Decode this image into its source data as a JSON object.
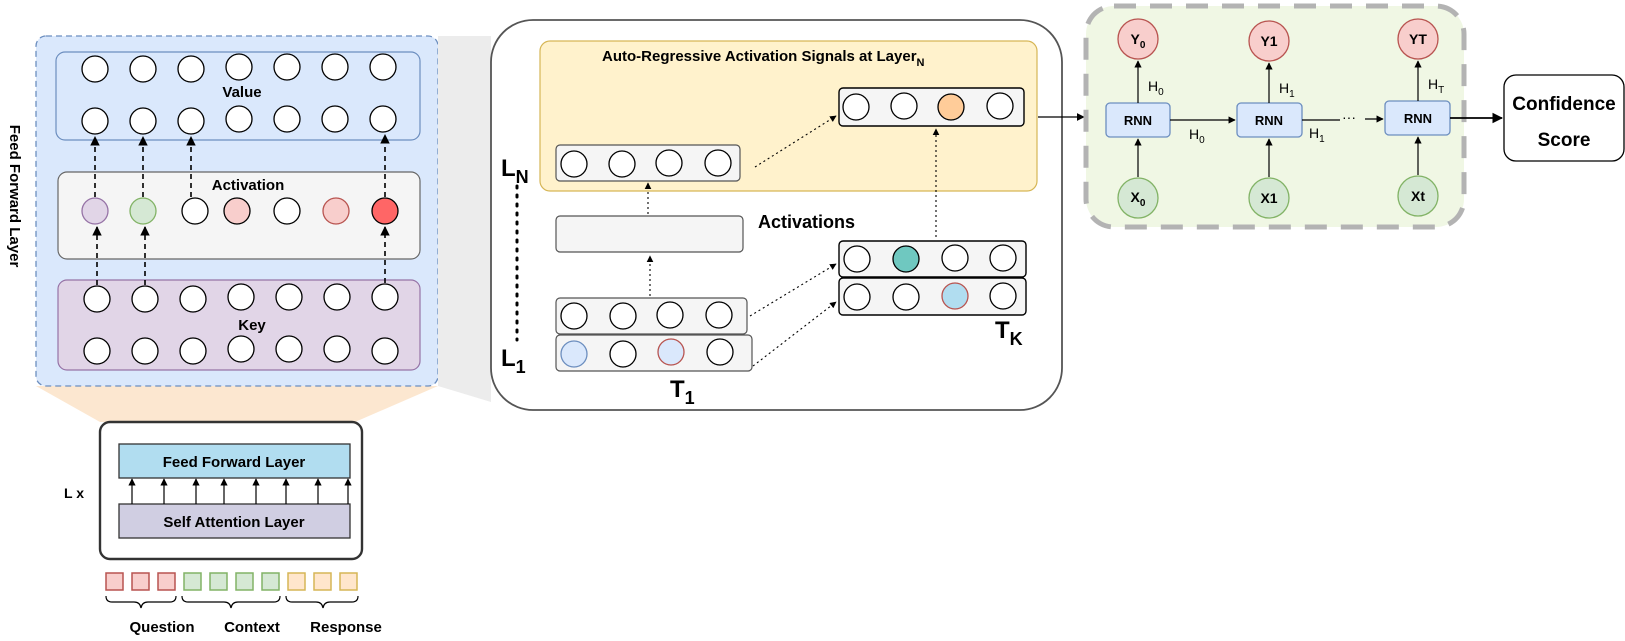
{
  "ffn_panel": {
    "side_label": "Feed Forward Layer",
    "value_label": "Value",
    "activation_label": "Activation",
    "key_label": "Key"
  },
  "transformer_block": {
    "repeat_label": "L x",
    "ffn_label": "Feed Forward Layer",
    "attn_label": "Self Attention Layer"
  },
  "token_groups": [
    {
      "label": "Question",
      "color": "#f8cecc",
      "stroke": "#b85450"
    },
    {
      "label": "Context",
      "color": "#d5e8d4",
      "stroke": "#82b366"
    },
    {
      "label": "Response",
      "color": "#ffe6cc",
      "stroke": "#d6b656"
    }
  ],
  "activation_panel": {
    "title": "Auto-Regressive Activation Signals at Layer",
    "title_sub": "N",
    "activations_label": "Activations",
    "layer_top": "L",
    "layer_top_sub": "N",
    "layer_bottom": "L",
    "layer_bottom_sub": "1",
    "token_first": "T",
    "token_first_sub": "1",
    "token_last": "T",
    "token_last_sub": "K"
  },
  "rnn_panel": {
    "cell_label": "RNN",
    "outputs": [
      {
        "base": "Y",
        "sub": "0"
      },
      {
        "base": "Y1",
        "sub": ""
      },
      {
        "base": "YT",
        "sub": ""
      }
    ],
    "inputs": [
      {
        "base": "X",
        "sub": "0"
      },
      {
        "base": "X1",
        "sub": ""
      },
      {
        "base": "Xt",
        "sub": ""
      }
    ],
    "hidden_up": [
      {
        "base": "H",
        "sub": "0"
      },
      {
        "base": "H",
        "sub": "1"
      },
      {
        "base": "H",
        "sub": "T"
      }
    ],
    "hidden_right": [
      {
        "base": "H",
        "sub": "0"
      },
      {
        "base": "H",
        "sub": "1"
      }
    ]
  },
  "output": {
    "line1": "Confidence",
    "line2": "Score"
  },
  "colors": {
    "ffn_panel_bg": "#dae8fc",
    "value_box": "#dae8fc",
    "key_box": "#e1d5e7",
    "activation_box": "#f5f5f5",
    "ffn_bar": "#b1ddf0",
    "attn_bar": "#d0cee2",
    "yellow_panel": "#fff2cc",
    "rnn_panel_bg": "#f0f7e4",
    "rnn_cell": "#dae8fc",
    "y_node": "#f8cecc",
    "x_node": "#d5e8d4",
    "act_purple": "#e1d5e7",
    "act_green": "#d5e8d4",
    "act_pink": "#f8cecc",
    "act_red": "#ff6666",
    "teal": "#6fc8c0",
    "orange": "#ffcc99",
    "light_blue": "#b1ddf0"
  }
}
